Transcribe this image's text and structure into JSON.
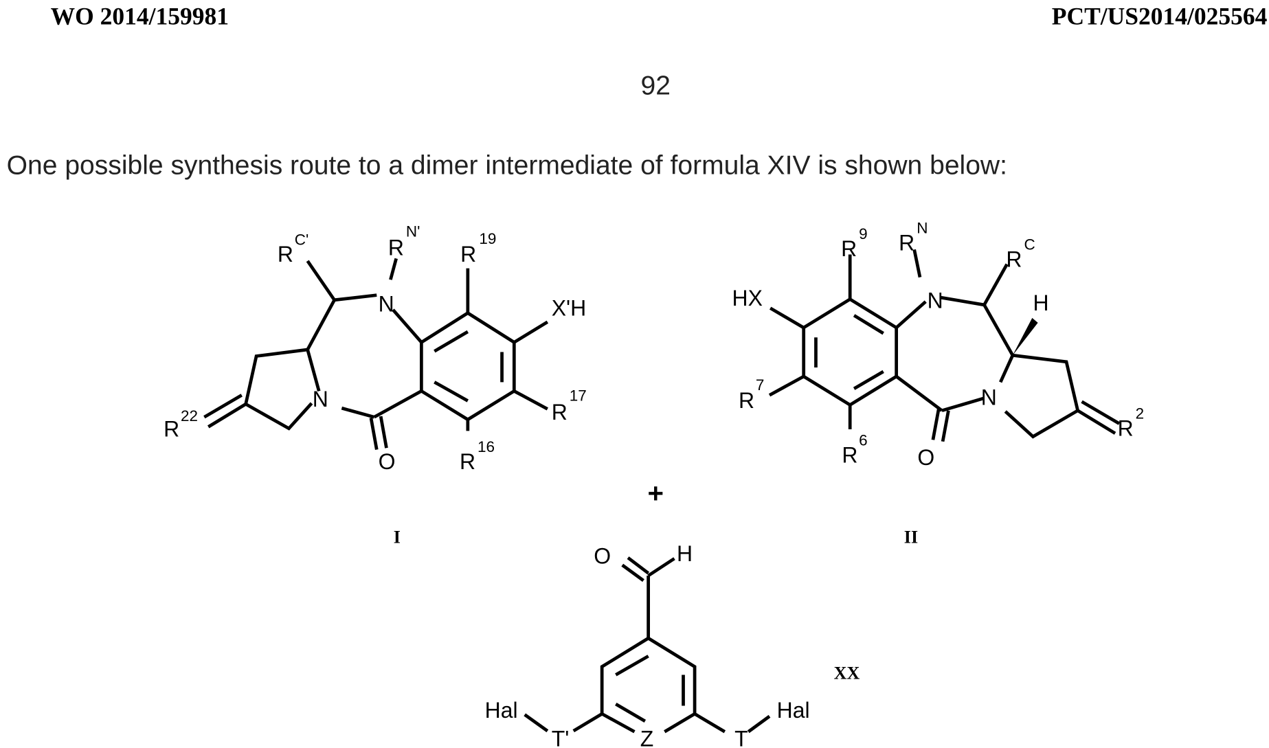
{
  "header": {
    "publication_number": "WO 2014/159981",
    "application_number": "PCT/US2014/025564"
  },
  "page_number": "92",
  "intro_text": "One possible synthesis route to a dimer intermediate of formula XIV is shown below:",
  "plus_sign": "+",
  "compounds": {
    "I": {
      "label": "I",
      "atoms": {
        "rc_prime": {
          "base": "R",
          "sup": "C'"
        },
        "rn_prime": {
          "base": "R",
          "sup": "N'"
        },
        "r19": {
          "base": "R",
          "sup": "19"
        },
        "xh": "X'H",
        "r17": {
          "base": "R",
          "sup": "17"
        },
        "r16": {
          "base": "R",
          "sup": "16"
        },
        "r22": {
          "base": "R",
          "sup": "22"
        },
        "n_top": "N",
        "n_bottom": "N",
        "o": "O"
      }
    },
    "II": {
      "label": "II",
      "atoms": {
        "r9": {
          "base": "R",
          "sup": "9"
        },
        "rn": {
          "base": "R",
          "sup": "N"
        },
        "rc": {
          "base": "R",
          "sup": "C"
        },
        "hx": "HX",
        "h": "H",
        "r7": {
          "base": "R",
          "sup": "7"
        },
        "r6": {
          "base": "R",
          "sup": "6"
        },
        "r2": {
          "base": "R",
          "sup": "2"
        },
        "n_top": "N",
        "n_bottom": "N",
        "o": "O"
      }
    },
    "XX": {
      "label": "XX",
      "atoms": {
        "o": "O",
        "h": "H",
        "hal_left": "Hal",
        "t_prime": "T'",
        "z": "Z",
        "t": "T",
        "hal_right": "Hal"
      }
    }
  }
}
